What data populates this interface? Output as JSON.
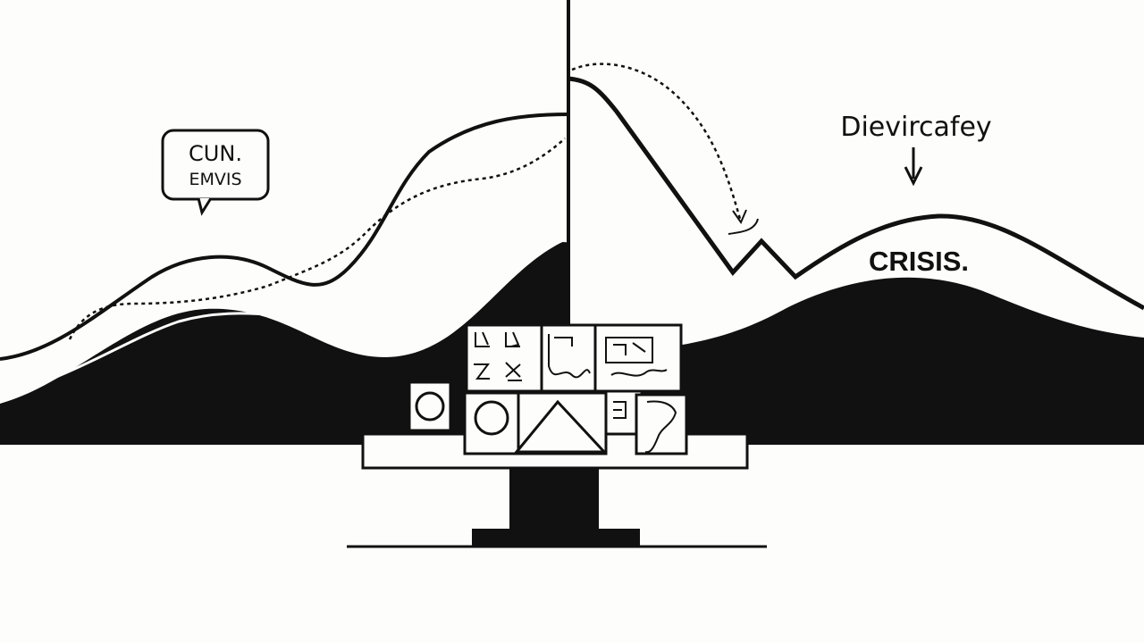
{
  "annotations": {
    "bubble_line1": "CUN.",
    "bubble_line2": "EMVIS",
    "divergence_label": "Dievircafey",
    "crisis_label": "CRISIS."
  },
  "colors": {
    "ink": "#111111",
    "paper": "#fdfdfb"
  },
  "icons": [
    "speech-bubble-icon",
    "down-arrow-icon",
    "circle-icon",
    "triangle-icon",
    "map-sketch-icon"
  ]
}
